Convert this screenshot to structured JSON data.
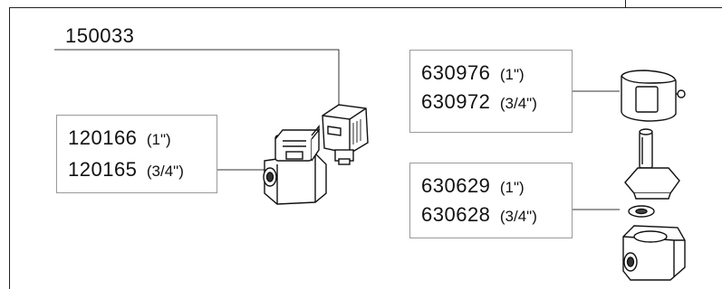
{
  "header_part": "150033",
  "left_box": {
    "rows": [
      {
        "part": "120166",
        "size": "(1\")"
      },
      {
        "part": "120165",
        "size": "(3/4\")"
      }
    ]
  },
  "right_top_box": {
    "rows": [
      {
        "part": "630976",
        "size": "(1\")"
      },
      {
        "part": "630972",
        "size": "(3/4\")"
      }
    ]
  },
  "right_bottom_box": {
    "rows": [
      {
        "part": "630629",
        "size": "(1\")"
      },
      {
        "part": "630628",
        "size": "(3/4\")"
      }
    ]
  },
  "icons": [
    "solenoid-valve-assembly-icon",
    "coil-with-connector-icon",
    "solenoid-coil-icon",
    "armature-tube-icon",
    "diaphragm-icon",
    "valve-body-icon"
  ]
}
